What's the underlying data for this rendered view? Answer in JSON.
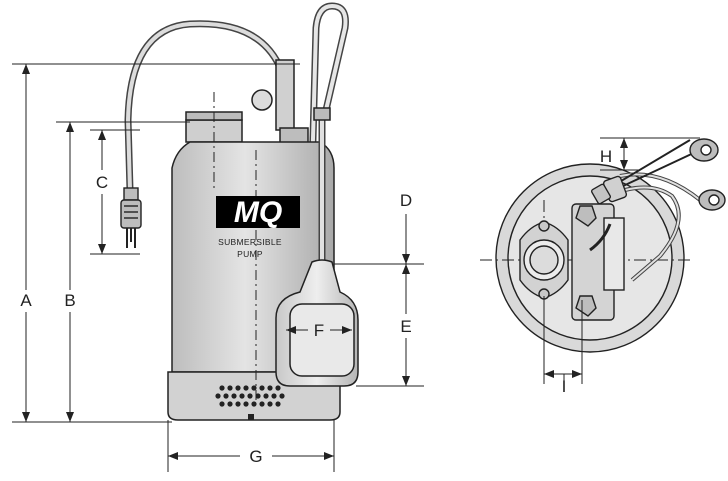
{
  "diagram": {
    "labels": {
      "A": "A",
      "B": "B",
      "C": "C",
      "D": "D",
      "E": "E",
      "F": "F",
      "G": "G",
      "H": "H",
      "I": "I"
    },
    "logo": "MQ",
    "product_line1": "SUBMERSIBLE",
    "product_line2": "PUMP",
    "colors": {
      "line": "#222222",
      "body_fill": "#d6d6d6",
      "body_dark": "#9a9a9a",
      "logo_bg": "#000000"
    }
  }
}
